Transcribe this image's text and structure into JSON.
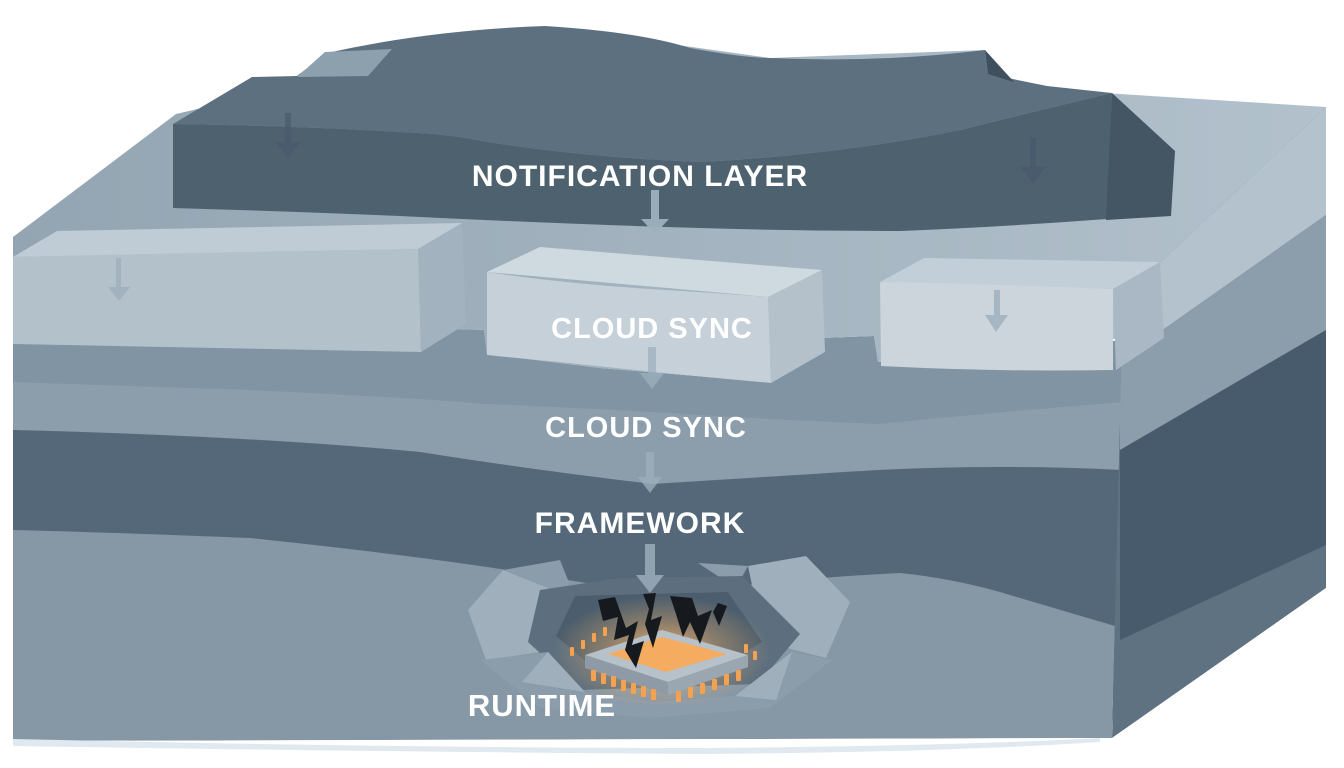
{
  "labels": {
    "notification": "NOTIFICATION LAYER",
    "cloud_sync_slab": "CLOUD SYNC",
    "cloud_sync_band": "CLOUD SYNC",
    "framework": "FRAMEWORK",
    "runtime": "RUNTIME"
  },
  "colors": {
    "background": "#ffffff",
    "text": "#ffffff",
    "top_surface_left": "#93a5b2",
    "top_surface_right": "#b2c1cc",
    "surface_wedge": "#8da0ae",
    "notification_top": "#5d7080",
    "notification_front": "#4e616f",
    "notification_side": "#445564",
    "notification_step": "#3e4f5d",
    "slab_left_front": "#b3c1cb",
    "slab_left_top": "#c0ccd5",
    "slab_left_side": "#a2b2be",
    "slab_center_front": "#c5d0d9",
    "slab_center_top": "#cfd9e0",
    "slab_center_side": "#b4c1cb",
    "slab_right_front": "#ccd5dc",
    "slab_right_top": "#c3cfd8",
    "slab_right_side": "#a9b8c4",
    "shadow_band": "#8094a3",
    "sync_band": "#8c9dac",
    "framework_band": "#546879",
    "body": "#8697a5",
    "right_face_light": "#b4c2cd",
    "right_face_mid": "#8c9eac",
    "right_face_dark": "#475b6d",
    "right_face_body": "#5f7282",
    "ground_strip": "#dfe9ef",
    "rim_light": "#9fafbc",
    "rim_mid": "#8b9cab",
    "pit": "#5d6f7e",
    "pit_deep": "#4c5e6d",
    "crack": "#16191d",
    "chip_rim": "#b6c1ca",
    "chip_body_left": "#8e9ba6",
    "chip_body_right": "#9aa7b1",
    "chip_die": "#f6ac60",
    "chip_pin": "#f2a251",
    "glow": "#f7b268",
    "arrow_light": "#9db0bd",
    "arrow_dark": "#46586a",
    "arrow_slab": "#9fb0bd"
  }
}
